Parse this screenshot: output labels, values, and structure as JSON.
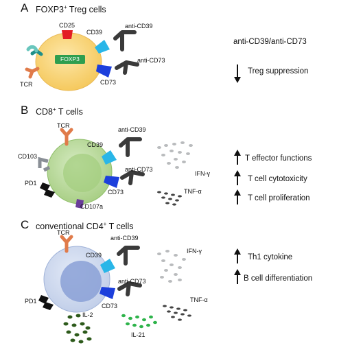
{
  "panels": {
    "a": {
      "letter": "A",
      "title_main": "FOXP3",
      "title_sup": "+",
      "title_rest": " Treg cells",
      "labels": {
        "cd25": "CD25",
        "cd39": "CD39",
        "anti_cd39": "anti-CD39",
        "foxp3": "FOXP3",
        "anti_cd73": "anti-CD73",
        "tcr": "TCR",
        "cd73": "CD73"
      },
      "treatment": "anti-CD39/anti-CD73",
      "effects": [
        {
          "direction": "down",
          "text": "Treg suppression"
        }
      ]
    },
    "b": {
      "letter": "B",
      "title_main": "CD8",
      "title_sup": "+",
      "title_rest": " T cells",
      "labels": {
        "tcr": "TCR",
        "cd39": "CD39",
        "anti_cd39": "anti-CD39",
        "cd103": "CD103",
        "anti_cd73": "anti-CD73",
        "ifn": "IFN-γ",
        "pd1": "PD1",
        "cd73": "CD73",
        "tnf": "TNF-α",
        "cd107a": "CD107a"
      },
      "effects": [
        {
          "direction": "up",
          "text": "T effector functions"
        },
        {
          "direction": "up",
          "text": "T cell cytotoxicity"
        },
        {
          "direction": "up",
          "text": "T cell proliferation"
        }
      ]
    },
    "c": {
      "letter": "C",
      "title_main": "conventional CD4",
      "title_sup": "+",
      "title_rest": " T cells",
      "labels": {
        "tcr": "TCR",
        "anti_cd39": "anti-CD39",
        "cd39": "CD39",
        "ifn": "IFN-γ",
        "anti_cd73": "anti-CD73",
        "pd1": "PD1",
        "cd73": "CD73",
        "tnf": "TNF-α",
        "il2": "IL-2",
        "il21": "IL-21"
      },
      "effects": [
        {
          "direction": "up",
          "text": "Th1 cytokine"
        },
        {
          "direction": "up",
          "text": "B cell differentiation"
        }
      ]
    }
  },
  "colors": {
    "treg_cell": "#f8d57e",
    "cd8_cell": "#b7d79a",
    "cd4_cell": "#c9d6ee",
    "cd25": "#e31e24",
    "cd39": "#29b6e8",
    "cd73": "#1c3fdc",
    "foxp3": "#2e9e4f",
    "tcr": "#e07b4a",
    "antibody": "#3a3a3a",
    "cd107a": "#6a3d9a",
    "il2": "#2d5a1b",
    "il21": "#2db34a"
  }
}
